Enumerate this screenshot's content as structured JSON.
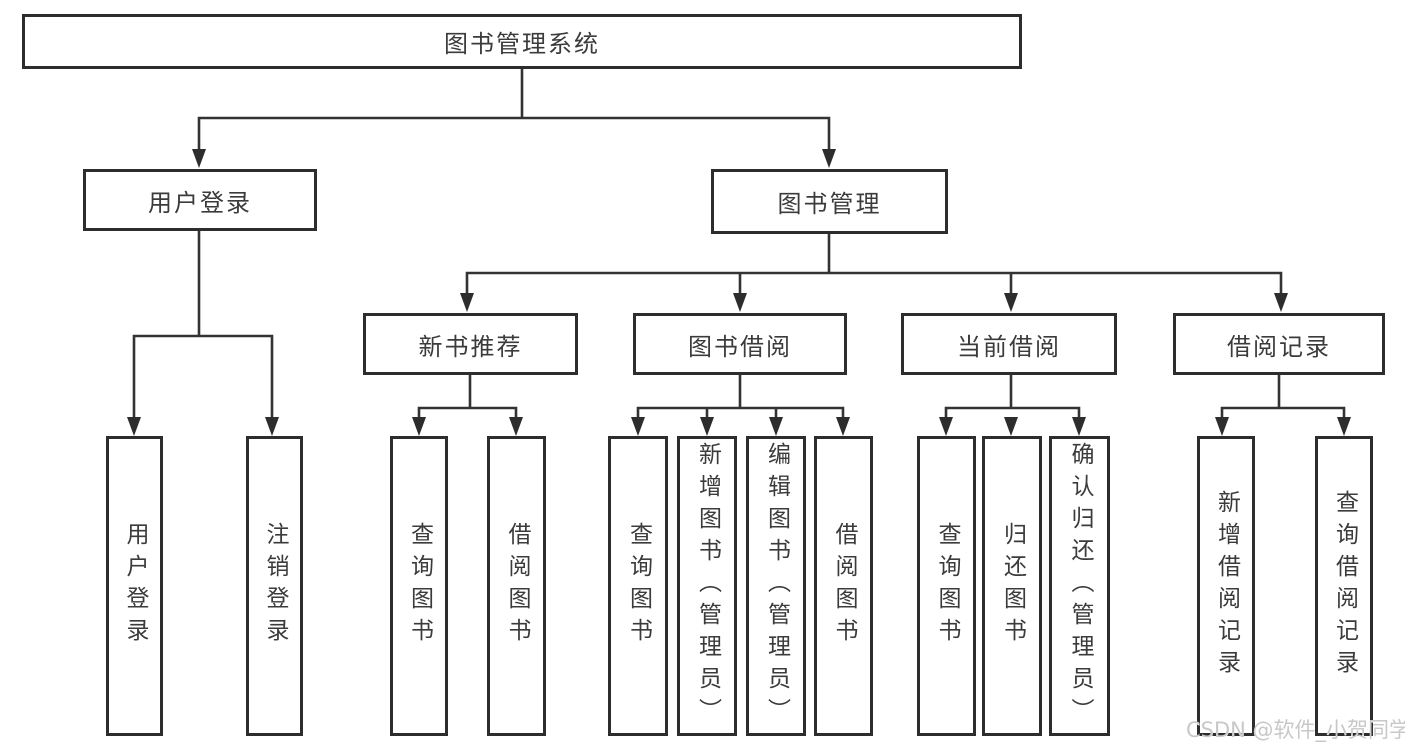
{
  "diagram_title": "图书管理系统",
  "tree": {
    "root": {
      "label": "图书管理系统",
      "children": [
        {
          "label": "用户登录",
          "children": [
            {
              "label": "用户登录"
            },
            {
              "label": "注销登录"
            }
          ]
        },
        {
          "label": "图书管理",
          "children": [
            {
              "label": "新书推荐",
              "children": [
                {
                  "label": "查询图书"
                },
                {
                  "label": "借阅图书"
                }
              ]
            },
            {
              "label": "图书借阅",
              "children": [
                {
                  "label": "查询图书"
                },
                {
                  "label": "新增图书（管理员）"
                },
                {
                  "label": "编辑图书（管理员）"
                },
                {
                  "label": "借阅图书"
                }
              ]
            },
            {
              "label": "当前借阅",
              "children": [
                {
                  "label": "查询图书"
                },
                {
                  "label": "归还图书"
                },
                {
                  "label": "确认归还（管理员）"
                }
              ]
            },
            {
              "label": "借阅记录",
              "children": [
                {
                  "label": "新增借阅记录"
                },
                {
                  "label": "查询借阅记录"
                }
              ]
            }
          ]
        }
      ]
    }
  },
  "watermark": {
    "text": "CSDN @软件_小贺同学"
  },
  "colors": {
    "line": "#333333",
    "box_border": "#2d2d2d",
    "text": "#3b3b3b",
    "watermark": "#c8c8c8",
    "background": "#ffffff"
  }
}
